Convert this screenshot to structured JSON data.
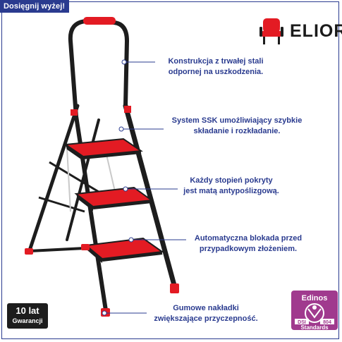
{
  "badge_top": "Dosięgnij wyżej!",
  "brand": {
    "name": "ELIOR",
    "icon": "chair-icon",
    "color": "#e31b23"
  },
  "callouts": {
    "construction": [
      "Konstrukcja z trwałej stali",
      "odpornej na uszkodzenia."
    ],
    "ssk": [
      "System SSK umożliwiający szybkie",
      "składanie i rozkładanie."
    ],
    "steps": [
      "Każdy stopień pokryty",
      "jest matą antypoślizgową."
    ],
    "lock": [
      "Automatyczna blokada przed",
      "przypadkowym złożeniem."
    ],
    "feet": [
      "Gumowe nakładki",
      "zwiększające przyczepność."
    ]
  },
  "warranty": {
    "line1": "10 lat",
    "line2": "Gwarancji"
  },
  "edinos": {
    "name": "Edinos",
    "line1": "DSI",
    "line2": "804",
    "line3": "Standards"
  },
  "colors": {
    "accent": "#2a3b8f",
    "red": "#e31b23",
    "frame": "#1d1d1d"
  }
}
